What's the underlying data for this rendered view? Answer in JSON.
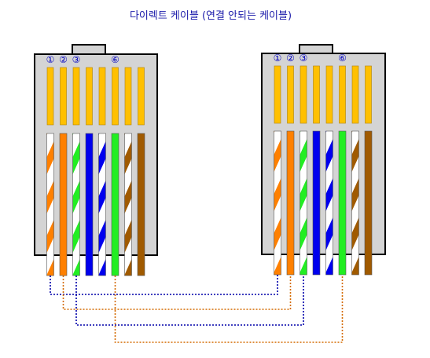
{
  "title": "다이렉트 케이블 (연결 안되는 케이블)",
  "pin_markers": [
    "①",
    "②",
    "③",
    "⑥"
  ],
  "colors": {
    "title": "#1a1aaa",
    "marker": "#0000c0",
    "plug_fill": "#d4d4d4",
    "plug_stroke": "#000000",
    "contact": "#ffc000",
    "orange": "#ff8000",
    "green": "#22ee22",
    "blue": "#0000ee",
    "brown": "#a05a00",
    "white": "#ffffff",
    "link_blue": "#0000aa",
    "link_orange": "#d46a00"
  },
  "wires": [
    {
      "pin": 1,
      "color": "orange",
      "striped": true
    },
    {
      "pin": 2,
      "color": "orange",
      "striped": false
    },
    {
      "pin": 3,
      "color": "green",
      "striped": true
    },
    {
      "pin": 4,
      "color": "blue",
      "striped": false
    },
    {
      "pin": 5,
      "color": "blue",
      "striped": true
    },
    {
      "pin": 6,
      "color": "green",
      "striped": false
    },
    {
      "pin": 7,
      "color": "brown",
      "striped": true
    },
    {
      "pin": 8,
      "color": "brown",
      "striped": false
    }
  ],
  "links": [
    {
      "from_pin": 1,
      "to_pin": 1,
      "color": "link_blue"
    },
    {
      "from_pin": 2,
      "to_pin": 2,
      "color": "link_orange"
    },
    {
      "from_pin": 3,
      "to_pin": 3,
      "color": "link_blue"
    },
    {
      "from_pin": 6,
      "to_pin": 6,
      "color": "link_orange"
    }
  ]
}
